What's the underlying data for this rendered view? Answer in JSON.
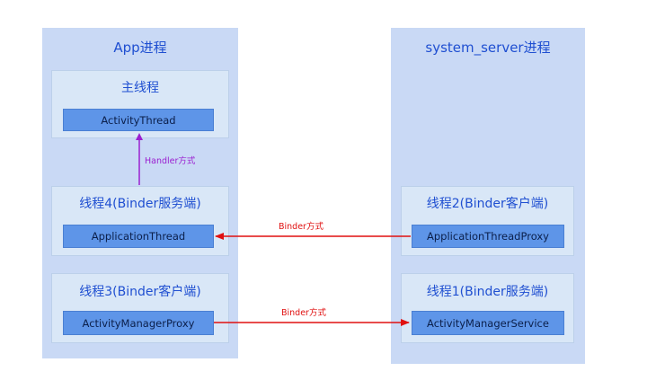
{
  "colors": {
    "panel_bg": "#c9d9f5",
    "group_bg": "#d9e7f7",
    "box_fill": "#5e95e8",
    "title_text": "#1f4fd1",
    "handler_arrow": "#9b1fd0",
    "binder_arrow": "#e01010"
  },
  "app_process": {
    "title": "App进程",
    "main_thread": {
      "title": "主线程",
      "component": "ActivityThread"
    },
    "thread4": {
      "title": "线程4(Binder服务端)",
      "component": "ApplicationThread"
    },
    "thread3": {
      "title": "线程3(Binder客户端)",
      "component": "ActivityManagerProxy"
    }
  },
  "system_server_process": {
    "title": "system_server进程",
    "thread2": {
      "title": "线程2(Binder客户端)",
      "component": "ApplicationThreadProxy"
    },
    "thread1": {
      "title": "线程1(Binder服务端)",
      "component": "ActivityManagerService"
    }
  },
  "edges": {
    "handler": "Handler方式",
    "binder_top": "Binder方式",
    "binder_bottom": "Binder方式"
  }
}
